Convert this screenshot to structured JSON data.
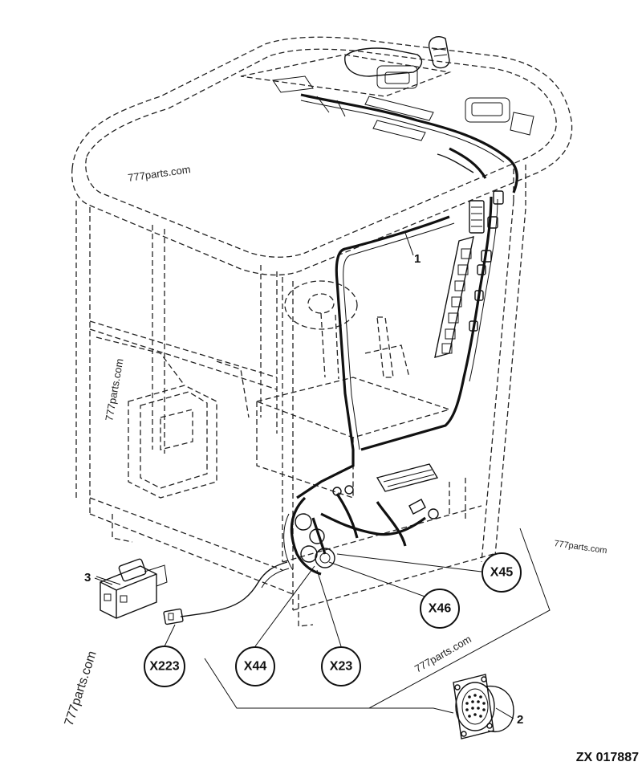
{
  "drawing_code": "ZX 017887",
  "watermarks": [
    "777parts.com",
    "777parts.com",
    "777parts.com",
    "777parts.com",
    "777parts.com"
  ],
  "part_numbers": {
    "harness": "1",
    "connector_round": "2",
    "connector_plug": "3"
  },
  "connectors": {
    "x45": "X45",
    "x46": "X46",
    "x44": "X44",
    "x23": "X23",
    "x223": "X223"
  }
}
